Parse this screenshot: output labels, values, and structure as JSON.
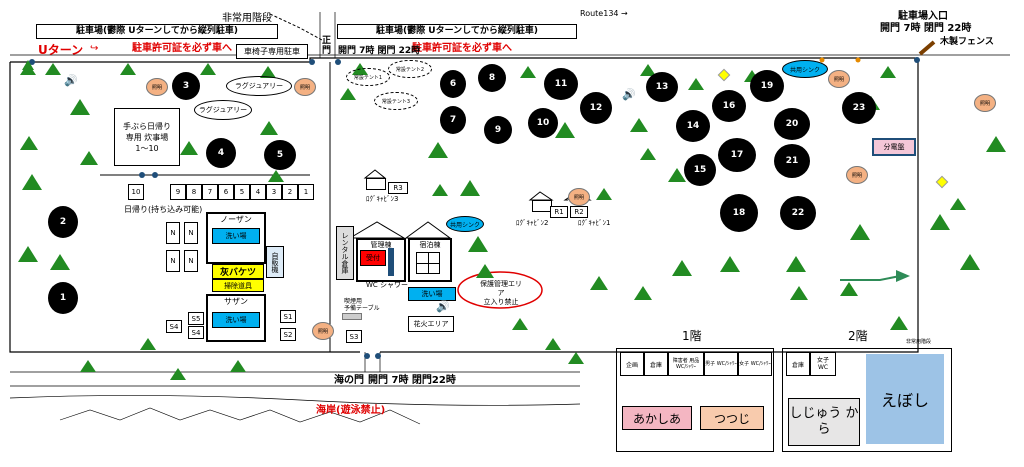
{
  "parking_top_left": "駐車場(鬱際 Uターンしてから縦列駐車)",
  "parking_top_center": "駐車場(鬱際 Uターンしてから縦列駐車)",
  "emergency_stairs": "非常用階段",
  "route": "Route134 →",
  "u_turn": "Uターン",
  "permit_left": "駐車許可証を必ず車へ",
  "permit_center": "駐車許可証を必ず車へ",
  "wheelchair_parking": "車椅子専用駐車",
  "main_gate": {
    "line1": "正",
    "line2": "門",
    "hours": "開門 7時 閉門 22時"
  },
  "entrance": {
    "title": "駐車場入口",
    "hours": "開門 7時 閉門 22時"
  },
  "wooden_fence": "木製フェンス",
  "sink_label": "共用シンク",
  "lamp_label": "照明",
  "power_panel": "分電盤",
  "lodge_large": "ラグジュアリー",
  "lodge_small": "ラグジュアリー",
  "tents": [
    "常設テント1",
    "常設テント2",
    "常設テント3"
  ],
  "handsfree": {
    "line1": "手ぶら日帰り",
    "line2": "専用 炊事場",
    "line3": "1〜10"
  },
  "day_numbers": [
    "10",
    "9",
    "8",
    "7",
    "6",
    "5",
    "4",
    "3",
    "2",
    "1"
  ],
  "day_caption": "日帰り(持ち込み可能)",
  "north_building": "ノーザン",
  "south_building": "サザン",
  "washroom": "洗い場",
  "ash_bucket": "灰バケツ",
  "cleaning_tools": "掃除道具",
  "vending": "自販機",
  "rental": "レンタル倉庫",
  "office": "管理棟",
  "reception": "受付",
  "lodging": "宿泊棟",
  "wc_shower": "WC シャワー",
  "fireworks": "花火エリア",
  "protection_area": {
    "line1": "保護管理エリア",
    "line2": "立入り禁止"
  },
  "ashtray_table": {
    "line1": "喫煙用",
    "line2": "予備テーブル"
  },
  "log_cabins": [
    "ﾛｸﾞｷｬﾋﾞﾝ3",
    "ﾛｸﾞｷｬﾋﾞﾝ2",
    "ﾛｸﾞｷｬﾋﾞﾝ1"
  ],
  "room_labels": [
    "R3",
    "R1",
    "R2"
  ],
  "s_labels": [
    "S1",
    "S2",
    "S3",
    "S4",
    "S5",
    "S4"
  ],
  "n_label": "N",
  "sites": [
    "1",
    "2",
    "3",
    "4",
    "5",
    "6",
    "7",
    "8",
    "9",
    "10",
    "11",
    "12",
    "13",
    "14",
    "15",
    "16",
    "17",
    "18",
    "19",
    "20",
    "21",
    "22",
    "23"
  ],
  "sea_gate": {
    "name": "海の門",
    "hours": "開門 7時 閉門22時"
  },
  "beach": "海岸(遊泳禁止)",
  "floor1": {
    "title": "1階",
    "cells": [
      "企画",
      "倉庫",
      "障害者 用品 WC/ｼｬﾜｰ",
      "男子 WC/ｼｬﾜｰ",
      "女子 WC/ｼｬﾜｰ"
    ],
    "rooms": [
      "あかしあ",
      "つつじ"
    ]
  },
  "floor2": {
    "title": "2階",
    "cells": [
      "倉庫",
      "女子 WC"
    ],
    "stairs": "非常用階段",
    "rooms": [
      "しじゅう から",
      "えぼし"
    ]
  }
}
